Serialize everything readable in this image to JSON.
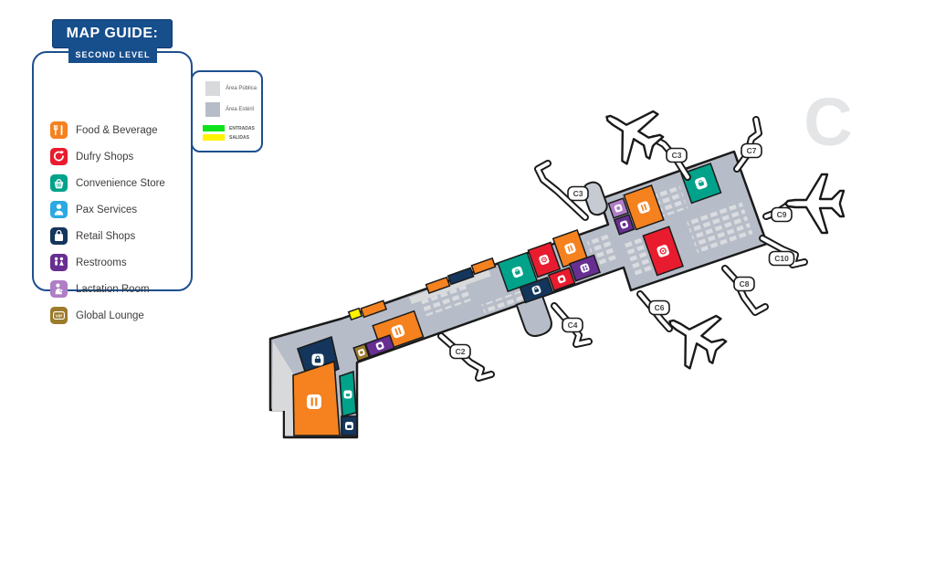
{
  "map_guide": {
    "title": "MAP GUIDE:",
    "subtitle": "SECOND LEVEL",
    "items": [
      {
        "label": "Food & Beverage",
        "icon": "food-beverage-icon",
        "color": "#F5821F"
      },
      {
        "label": "Dufry Shops",
        "icon": "dufry-icon",
        "color": "#E81C2E"
      },
      {
        "label": "Convenience Store",
        "icon": "convenience-icon",
        "color": "#00A28A"
      },
      {
        "label": "Pax Services",
        "icon": "pax-icon",
        "color": "#2BA9E0"
      },
      {
        "label": "Retail Shops",
        "icon": "retail-icon",
        "color": "#14365C"
      },
      {
        "label": "Restrooms",
        "icon": "restrooms-icon",
        "color": "#672F91"
      },
      {
        "label": "Lactation Room",
        "icon": "lactation-icon",
        "color": "#AF7EC4"
      },
      {
        "label": "Global Lounge",
        "icon": "vip-icon",
        "color": "#9C7B2B"
      }
    ]
  },
  "area_legend": {
    "areas": [
      {
        "label": "Área Pública",
        "color": "#D8D9DA"
      },
      {
        "label": "Área Estéril",
        "color": "#B7BDC8"
      }
    ],
    "flows": [
      {
        "label": "ENTRADAS",
        "color": "#0CE31B"
      },
      {
        "label": "SALIDAS",
        "color": "#FFF200"
      }
    ]
  },
  "map": {
    "concourse_letter": "C",
    "gates": [
      {
        "label": "C3"
      },
      {
        "label": "C3"
      },
      {
        "label": "C7"
      },
      {
        "label": "C9"
      },
      {
        "label": "C10"
      },
      {
        "label": "C8"
      },
      {
        "label": "C6"
      },
      {
        "label": "C4"
      },
      {
        "label": "C2"
      }
    ],
    "colors": {
      "food": "#F5821F",
      "dufry": "#E81C2E",
      "convenience": "#00A28A",
      "pax": "#2BA9E0",
      "retail": "#14365C",
      "restroom": "#672F91",
      "lactation": "#AF7EC4",
      "lounge": "#9C7B2B",
      "public": "#D8D9DA",
      "sterile": "#B7BDC8",
      "entradas": "#0CE31B",
      "salidas": "#FFF200",
      "outline": "#1A1A1A",
      "letter": "#E4E5E7",
      "seat": "#DADCE0"
    }
  }
}
